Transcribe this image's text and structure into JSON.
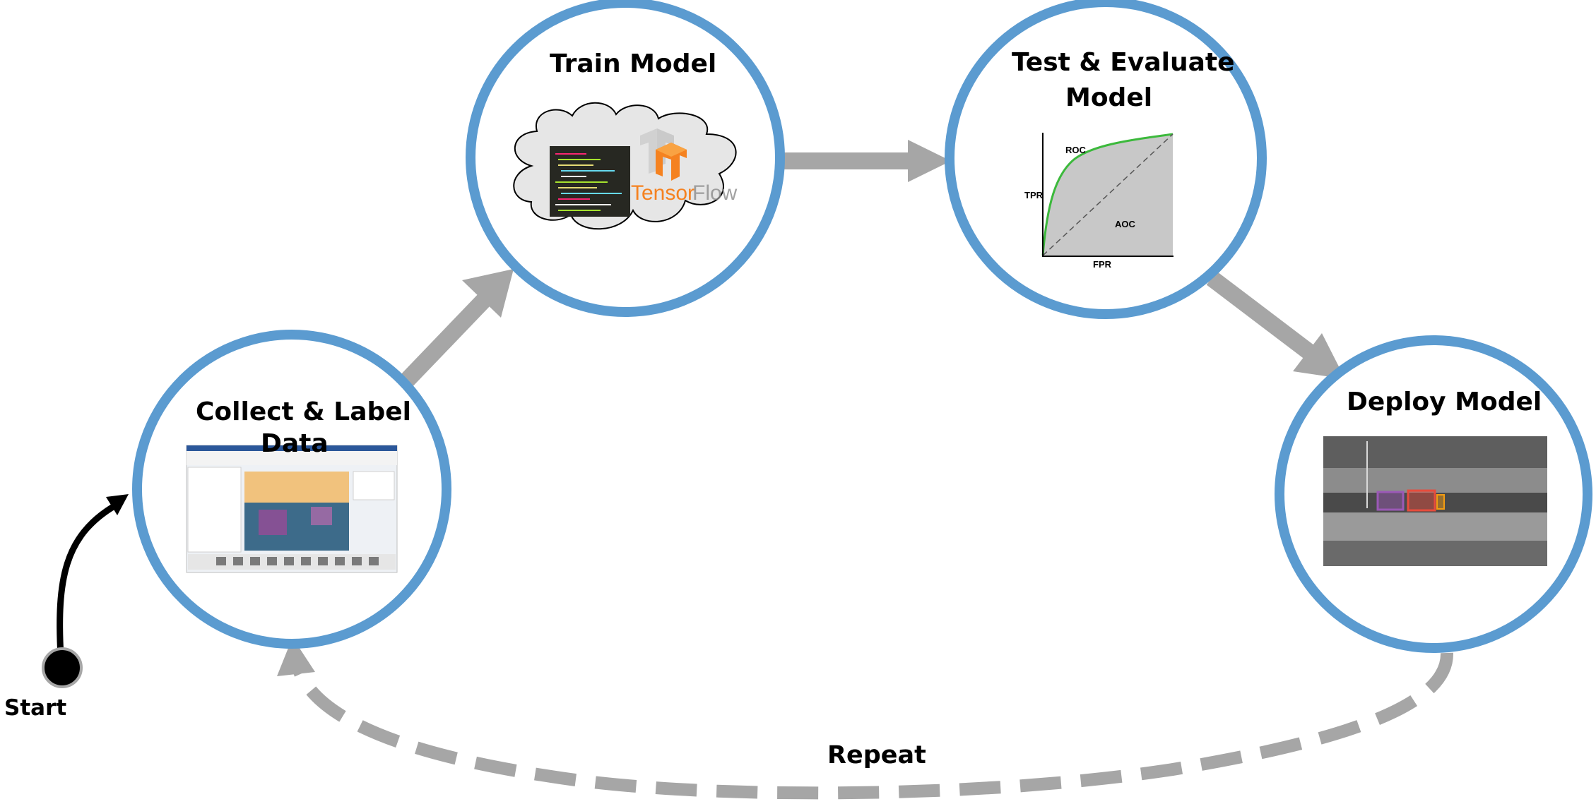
{
  "start_label": "Start",
  "repeat_label": "Repeat",
  "stages": {
    "collect": {
      "title_line1": "Collect & Label",
      "title_line2": "Data"
    },
    "train": {
      "title": "Train Model",
      "logo_text_a": "Tensor",
      "logo_text_b": "Flow"
    },
    "test": {
      "title_line1": "Test & Evaluate",
      "title_line2": "Model",
      "roc_label": "ROC",
      "tpr_label": "TPR",
      "fpr_label": "FPR",
      "aoc_label": "AOC"
    },
    "deploy": {
      "title": "Deploy Model"
    }
  },
  "colors": {
    "circle_stroke": "#5b9bd0",
    "arrow": "#a6a6a6",
    "start_arrow": "#000000",
    "roc_curve": "#3cb93c",
    "tf_orange": "#f58220",
    "tf_gray": "#8c8c8c"
  }
}
